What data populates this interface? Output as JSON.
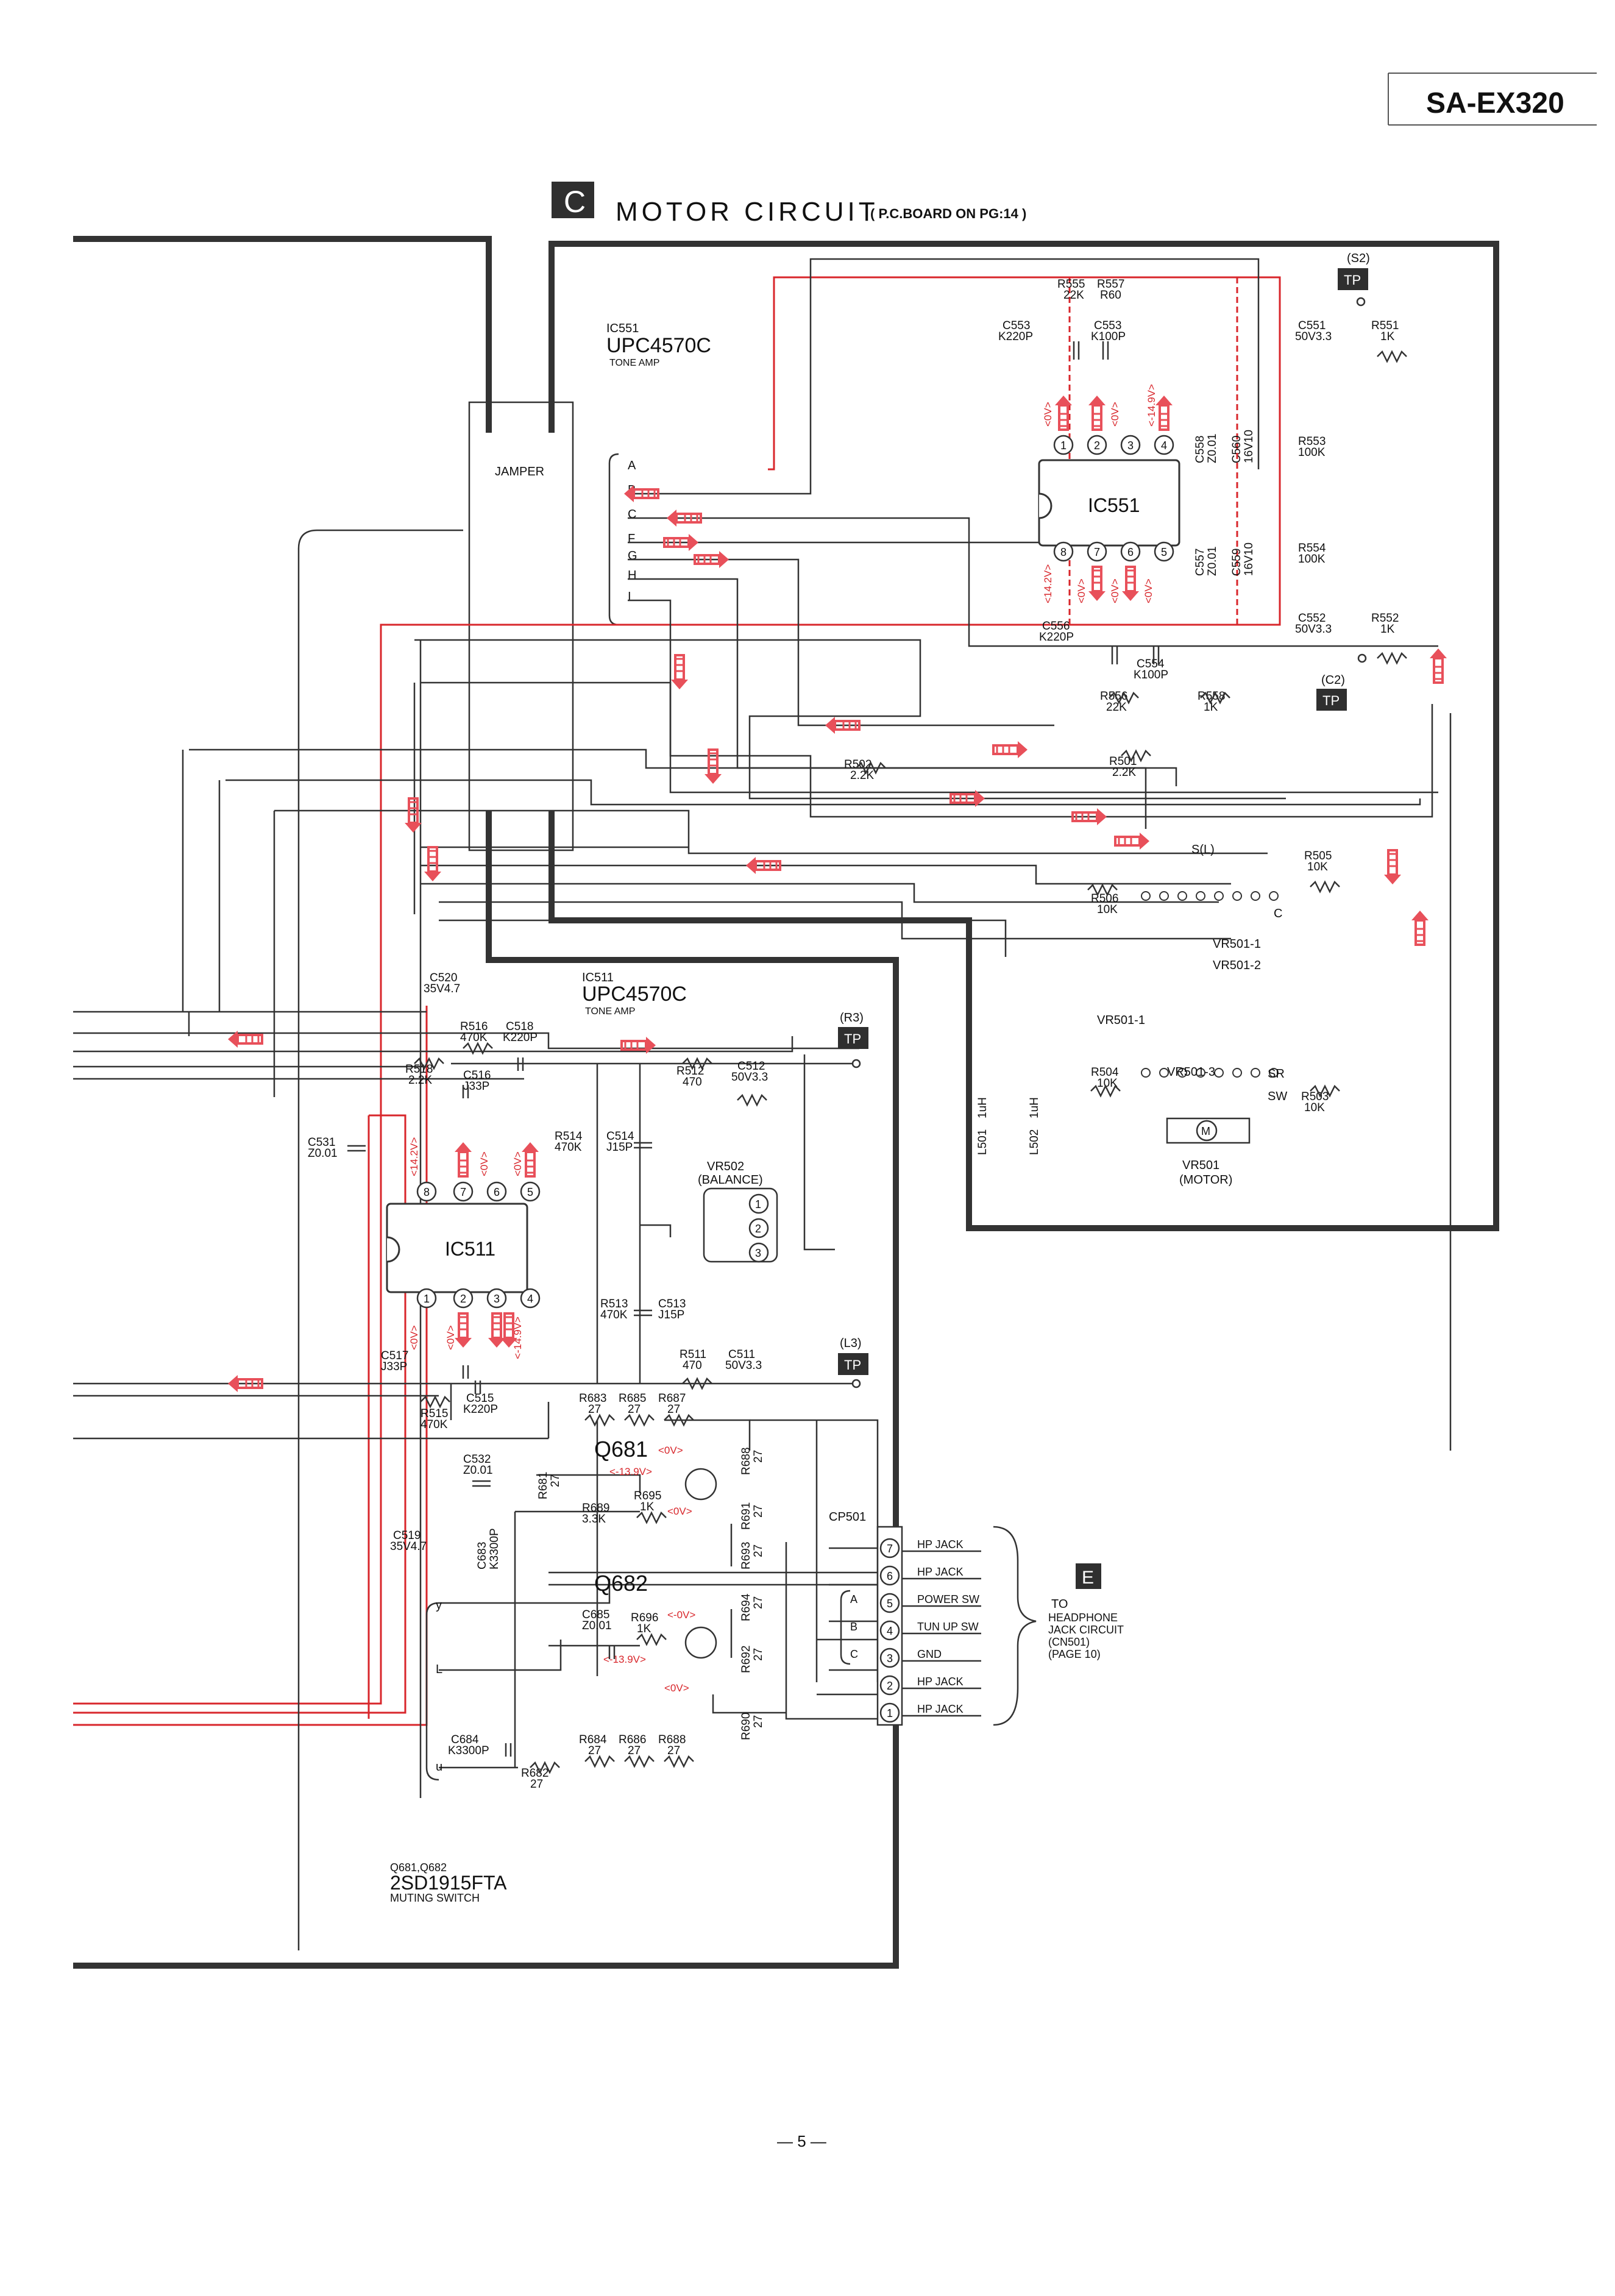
{
  "header": {
    "model": "SA-EX320",
    "section_letter": "C",
    "section_title": "MOTOR  CIRCUIT",
    "section_note": "( P.C.BOARD ON PG:14 )"
  },
  "colors": {
    "line": "#2b2b2b",
    "red_trace": "#d8262b",
    "signal_arrow": "#e8505a",
    "tp_box": "#2f2f2f"
  },
  "ics": [
    {
      "ref": "IC551",
      "part": "UPC4570C",
      "function": "TONE AMP",
      "body_label": "IC551",
      "pins": [
        "1",
        "2",
        "3",
        "4",
        "8",
        "7",
        "6",
        "5"
      ]
    },
    {
      "ref": "IC511",
      "part": "UPC4570C",
      "function": "TONE AMP",
      "body_label": "IC511",
      "pins": [
        "8",
        "7",
        "6",
        "5",
        "1",
        "2",
        "3",
        "4"
      ]
    }
  ],
  "transistor_note": {
    "refs": "Q681,Q682",
    "part": "2SD1915FTA",
    "function": "MUTING SWITCH"
  },
  "jamper_label": "JAMPER",
  "jamper_letters": [
    "A",
    "B",
    "C",
    "F",
    "G",
    "H",
    "I"
  ],
  "test_points": [
    {
      "name": "(S2)",
      "box": "TP"
    },
    {
      "name": "(C2)",
      "box": "TP"
    },
    {
      "name": "(R3)",
      "box": "TP"
    },
    {
      "name": "(L3)",
      "box": "TP"
    }
  ],
  "components": [
    {
      "ref": "R555",
      "value": "22K"
    },
    {
      "ref": "R557",
      "value": "R60"
    },
    {
      "ref": "C553",
      "value": "K220P"
    },
    {
      "ref": "C553",
      "value": "K100P"
    },
    {
      "ref": "C551",
      "value": "50V3.3"
    },
    {
      "ref": "R551",
      "value": "1K"
    },
    {
      "ref": "C558",
      "value": "Z0.01"
    },
    {
      "ref": "C560",
      "value": "16V10"
    },
    {
      "ref": "R553",
      "value": "100K"
    },
    {
      "ref": "C557",
      "value": "Z0.01"
    },
    {
      "ref": "C559",
      "value": "16V10"
    },
    {
      "ref": "R554",
      "value": "100K"
    },
    {
      "ref": "C552",
      "value": "50V3.3"
    },
    {
      "ref": "R552",
      "value": "1K"
    },
    {
      "ref": "C556",
      "value": "K220P"
    },
    {
      "ref": "C554",
      "value": "K100P"
    },
    {
      "ref": "R556",
      "value": "22K"
    },
    {
      "ref": "R558",
      "value": "1K"
    },
    {
      "ref": "R502",
      "value": "2.2K"
    },
    {
      "ref": "R501",
      "value": "2.2K"
    },
    {
      "ref": "R505",
      "value": "10K"
    },
    {
      "ref": "R506",
      "value": "10K"
    },
    {
      "ref": "R504",
      "value": "10K"
    },
    {
      "ref": "R503",
      "value": "10K"
    },
    {
      "ref": "C520",
      "value": "35V4.7"
    },
    {
      "ref": "R516",
      "value": "470K"
    },
    {
      "ref": "C518",
      "value": "K220P"
    },
    {
      "ref": "R518",
      "value": "2.2K"
    },
    {
      "ref": "C516",
      "value": "J33P"
    },
    {
      "ref": "R512",
      "value": "470"
    },
    {
      "ref": "C512",
      "value": "50V3.3"
    },
    {
      "ref": "C531",
      "value": "Z0.01"
    },
    {
      "ref": "R514",
      "value": "470K"
    },
    {
      "ref": "C514",
      "value": "J15P"
    },
    {
      "ref": "R513",
      "value": "470K"
    },
    {
      "ref": "C513",
      "value": "J15P"
    },
    {
      "ref": "C517",
      "value": "J33P"
    },
    {
      "ref": "R515",
      "value": "470K"
    },
    {
      "ref": "C515",
      "value": "K220P"
    },
    {
      "ref": "R511",
      "value": "470"
    },
    {
      "ref": "C511",
      "value": "50V3.3"
    },
    {
      "ref": "R683",
      "value": "27"
    },
    {
      "ref": "R685",
      "value": "27"
    },
    {
      "ref": "R687",
      "value": "27"
    },
    {
      "ref": "C532",
      "value": "Z0.01"
    },
    {
      "ref": "R681",
      "value": "27"
    },
    {
      "ref": "R689",
      "value": "3.3K"
    },
    {
      "ref": "R695",
      "value": "1K"
    },
    {
      "ref": "R688",
      "value": "27"
    },
    {
      "ref": "R691",
      "value": "27"
    },
    {
      "ref": "R693",
      "value": "27"
    },
    {
      "ref": "C519",
      "value": "35V4.7"
    },
    {
      "ref": "C683",
      "value": "K3300P"
    },
    {
      "ref": "C685",
      "value": "Z0.01"
    },
    {
      "ref": "R696",
      "value": "1K"
    },
    {
      "ref": "R694",
      "value": "27"
    },
    {
      "ref": "R692",
      "value": "27"
    },
    {
      "ref": "R690",
      "value": "27"
    },
    {
      "ref": "C684",
      "value": "K3300P"
    },
    {
      "ref": "R684",
      "value": "27"
    },
    {
      "ref": "R686",
      "value": "27"
    },
    {
      "ref": "R688",
      "value": "27"
    },
    {
      "ref": "R682",
      "value": "27"
    },
    {
      "ref": "L501",
      "value": "1uH"
    },
    {
      "ref": "L502",
      "value": "1uH"
    }
  ],
  "pots": {
    "vr501": [
      "VR501-1",
      "VR501-2",
      "VR501-1",
      "VR501-3"
    ],
    "vr501_motor": [
      "VR501",
      "(MOTOR)"
    ],
    "vr502": [
      "VR502",
      "(BALANCE)"
    ],
    "switch_labels": [
      "S(L)",
      "C",
      "SR",
      "SW"
    ]
  },
  "transistors": [
    {
      "ref": "Q681",
      "volts": [
        "<0V>",
        "<-13.9V>",
        "<0V>"
      ]
    },
    {
      "ref": "Q682",
      "volts": [
        "<-0V>",
        "<-13.9V>",
        "<0V>"
      ]
    }
  ],
  "voltages": {
    "ic551_top": [
      "<0V>",
      "<0V>",
      "<-14.9V>"
    ],
    "ic551_bottom": [
      "<14.2V>",
      "<0V>",
      "<0V>",
      "<0V>"
    ],
    "ic511_top": [
      "<14.2V>",
      "<0V>",
      "<0V>"
    ],
    "ic511_bottom": [
      "<0V>",
      "<0V>",
      "<-14.9V>"
    ]
  },
  "connector": {
    "ref": "CP501",
    "pins": [
      {
        "num": "7",
        "label": "HP JACK"
      },
      {
        "num": "6",
        "label": "HP JACK"
      },
      {
        "num": "5",
        "label": "POWER SW"
      },
      {
        "num": "4",
        "label": "TUN UP SW"
      },
      {
        "num": "3",
        "label": "GND"
      },
      {
        "num": "2",
        "label": "HP JACK"
      },
      {
        "num": "1",
        "label": "HP JACK"
      }
    ],
    "abc": [
      "A",
      "B",
      "C"
    ],
    "dest_to": "TO",
    "dest_letter": "E",
    "dest_lines": [
      "HEADPHONE",
      "JACK CIRCUIT",
      "(CN501)",
      "(PAGE 10)"
    ]
  },
  "left_connector": [
    "y",
    "L",
    "u"
  ],
  "page_number": "— 5 —"
}
